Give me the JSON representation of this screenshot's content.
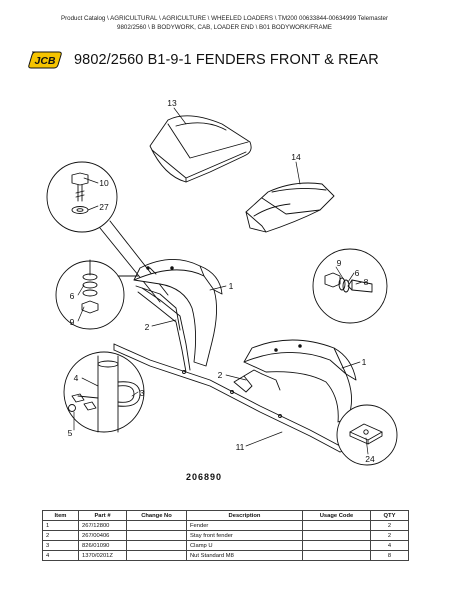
{
  "breadcrumb": {
    "line1": "Product Catalog  \\  AGRICULTURAL  \\  AGRICULTURE  \\  WHEELED LOADERS  \\  TM200 00633844-00634999 Telemaster",
    "line2": "9802/2560  \\  B BODYWORK, CAB, LOADER END  \\  B01 BODYWORK/FRAME"
  },
  "brand": {
    "logo_text": "JCB",
    "color": "#f5c400",
    "outline": "#111111"
  },
  "page_title": "9802/2560 B1-9-1 FENDERS FRONT & REAR",
  "diagram": {
    "figure_number": "206890",
    "callouts": [
      "13",
      "14",
      "10",
      "27",
      "1",
      "6",
      "9",
      "2",
      "9",
      "6",
      "8",
      "1",
      "2",
      "4",
      "3",
      "5",
      "11",
      "24"
    ]
  },
  "table": {
    "headers": [
      "Item",
      "Part #",
      "Change No",
      "Description",
      "Usage Code",
      "QTY"
    ],
    "rows": [
      [
        "1",
        "267/12800",
        "",
        "Fender",
        "",
        "2"
      ],
      [
        "2",
        "267/00406",
        "",
        "Stay front fender",
        "",
        "2"
      ],
      [
        "3",
        "826/01090",
        "",
        "Clamp U",
        "",
        "4"
      ],
      [
        "4",
        "1370/0201Z",
        "",
        "Nut Standard M8",
        "",
        "8"
      ]
    ]
  }
}
